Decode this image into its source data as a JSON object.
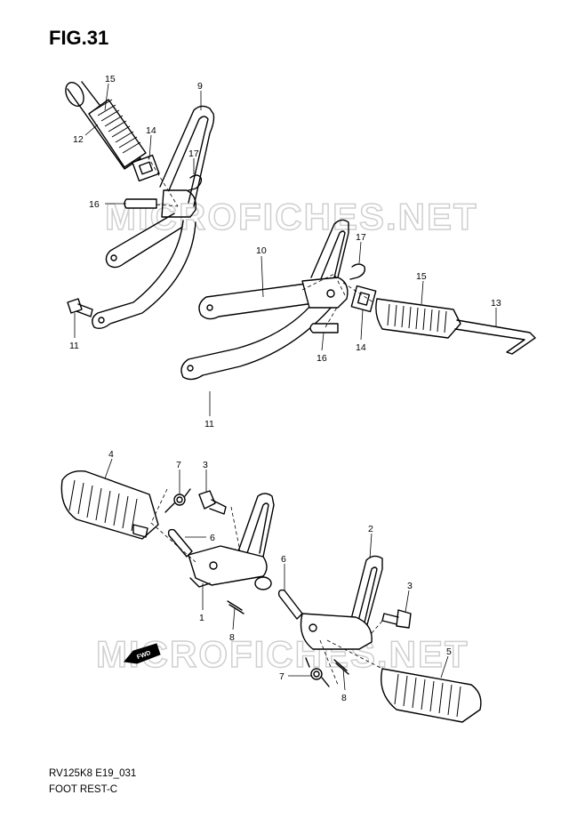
{
  "figure": {
    "title": "FIG.31",
    "code": "RV125K8 E19_031",
    "name": "FOOT REST-C"
  },
  "watermark": {
    "text": "MICROFICHES.NET"
  },
  "direction_badge": {
    "label": "FWD"
  },
  "callouts": {
    "c15a": "15",
    "c12": "12",
    "c14a": "14",
    "c9": "9",
    "c17a": "17",
    "c16a": "16",
    "c11a": "11",
    "c10": "10",
    "c17b": "17",
    "c15b": "15",
    "c13": "13",
    "c14b": "14",
    "c16b": "16",
    "c11b": "11",
    "c4": "4",
    "c7a": "7",
    "c3a": "3",
    "c6a": "6",
    "c1": "1",
    "c8a": "8",
    "c2": "2",
    "c6b": "6",
    "c3b": "3",
    "c5": "5",
    "c7b": "7",
    "c8b": "8"
  }
}
